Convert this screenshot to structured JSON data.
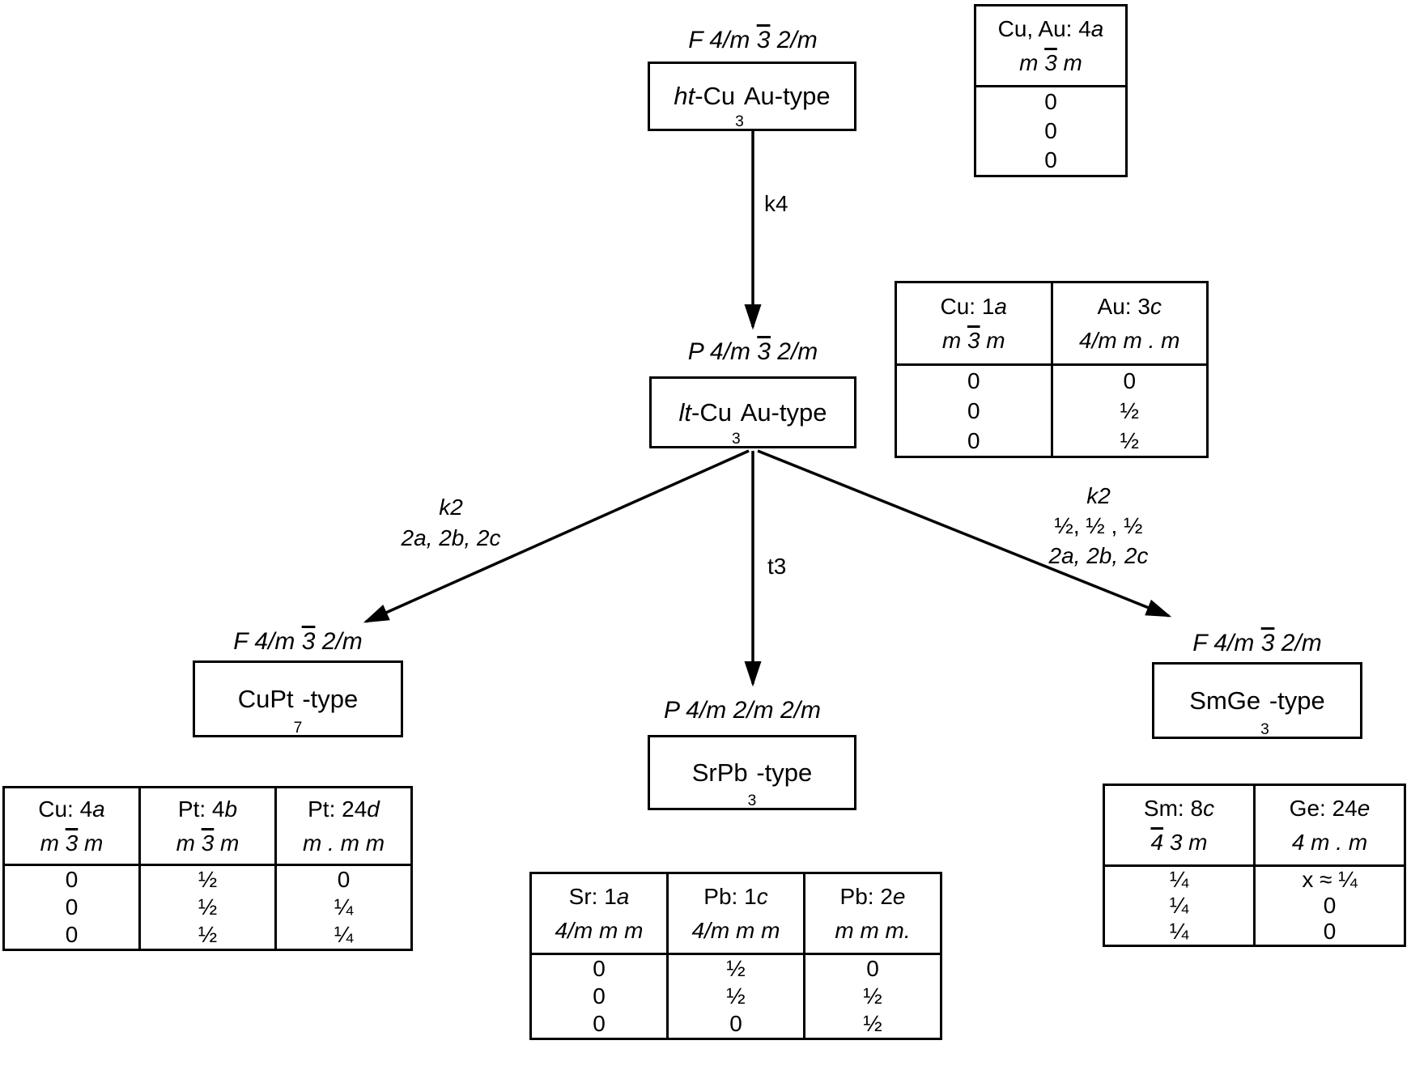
{
  "colors": {
    "ink": "#000000",
    "background": "#ffffff"
  },
  "nodes": {
    "ht_cu3au": {
      "sg": {
        "pre": "F 4/m ",
        "bar": "3",
        "post": " 2/m"
      },
      "name": {
        "prefix": "ht",
        "pre": "-Cu",
        "sub": "3",
        "post": "Au-type"
      }
    },
    "lt_cu3au": {
      "sg": {
        "pre": "P 4/m ",
        "bar": "3",
        "post": " 2/m"
      },
      "name": {
        "prefix": "lt",
        "pre": "-Cu",
        "sub": "3",
        "post": "Au-type"
      }
    },
    "cupt7": {
      "sg": {
        "pre": "F 4/m ",
        "bar": "3",
        "post": " 2/m"
      },
      "name": {
        "prefix": "",
        "pre": "CuPt",
        "sub": "7",
        "post": "-type"
      }
    },
    "srpb3": {
      "sg": {
        "pre": "P 4/m 2/m 2/m",
        "bar": "",
        "post": ""
      },
      "name": {
        "prefix": "",
        "pre": "SrPb",
        "sub": "3",
        "post": "-type"
      }
    },
    "smge3": {
      "sg": {
        "pre": "F 4/m ",
        "bar": "3",
        "post": " 2/m"
      },
      "name": {
        "prefix": "",
        "pre": "SmGe",
        "sub": "3",
        "post": "-type"
      }
    }
  },
  "edges": {
    "k4": {
      "label": "k4"
    },
    "k2_left": {
      "line1": "k2",
      "line2": "2a, 2b, 2c"
    },
    "t3": {
      "label": "t3"
    },
    "k2_right": {
      "line1": "k2",
      "line2": "½, ½ , ½",
      "line3": "2a, 2b, 2c"
    }
  },
  "tables": {
    "ht_cu3au": {
      "columns": [
        {
          "site": "Cu, Au: 4",
          "letter": "a",
          "sym": {
            "pre": "m ",
            "bar": "3",
            "post": " m"
          },
          "coords": [
            "0",
            "0",
            "0"
          ]
        }
      ]
    },
    "lt_cu3au": {
      "columns": [
        {
          "site": "Cu: 1",
          "letter": "a",
          "sym": {
            "pre": "m ",
            "bar": "3",
            "post": " m"
          },
          "coords": [
            "0",
            "0",
            "0"
          ]
        },
        {
          "site": "Au: 3",
          "letter": "c",
          "sym": {
            "pre": "4/m m . m",
            "bar": "",
            "post": ""
          },
          "coords": [
            "0",
            "½",
            "½"
          ]
        }
      ]
    },
    "cupt7": {
      "columns": [
        {
          "site": "Cu: 4",
          "letter": "a",
          "sym": {
            "pre": "m ",
            "bar": "3",
            "post": " m"
          },
          "coords": [
            "0",
            "0",
            "0"
          ]
        },
        {
          "site": "Pt: 4",
          "letter": "b",
          "sym": {
            "pre": "m ",
            "bar": "3",
            "post": " m"
          },
          "coords": [
            "½",
            "½",
            "½"
          ]
        },
        {
          "site": "Pt: 24",
          "letter": "d",
          "sym": {
            "pre": "m . m m",
            "bar": "",
            "post": ""
          },
          "coords": [
            "0",
            "¼",
            "¼"
          ]
        }
      ]
    },
    "srpb3": {
      "columns": [
        {
          "site": "Sr: 1",
          "letter": "a",
          "sym": {
            "pre": "4/m m m",
            "bar": "",
            "post": ""
          },
          "coords": [
            "0",
            "0",
            "0"
          ]
        },
        {
          "site": "Pb: 1",
          "letter": "c",
          "sym": {
            "pre": "4/m m m",
            "bar": "",
            "post": ""
          },
          "coords": [
            "½",
            "½",
            "0"
          ]
        },
        {
          "site": "Pb: 2",
          "letter": "e",
          "sym": {
            "pre": "m m m.",
            "bar": "",
            "post": ""
          },
          "coords": [
            "0",
            "½",
            "½"
          ]
        }
      ]
    },
    "smge3": {
      "columns": [
        {
          "site": "Sm: 8",
          "letter": "c",
          "sym": {
            "pre": "",
            "bar": "4",
            "post": " 3 m"
          },
          "coords": [
            "¼",
            "¼",
            "¼"
          ]
        },
        {
          "site": "Ge: 24",
          "letter": "e",
          "sym": {
            "pre": "4 m . m",
            "bar": "",
            "post": ""
          },
          "coords": [
            "x ≈ ¼",
            "0",
            "0"
          ]
        }
      ]
    }
  }
}
